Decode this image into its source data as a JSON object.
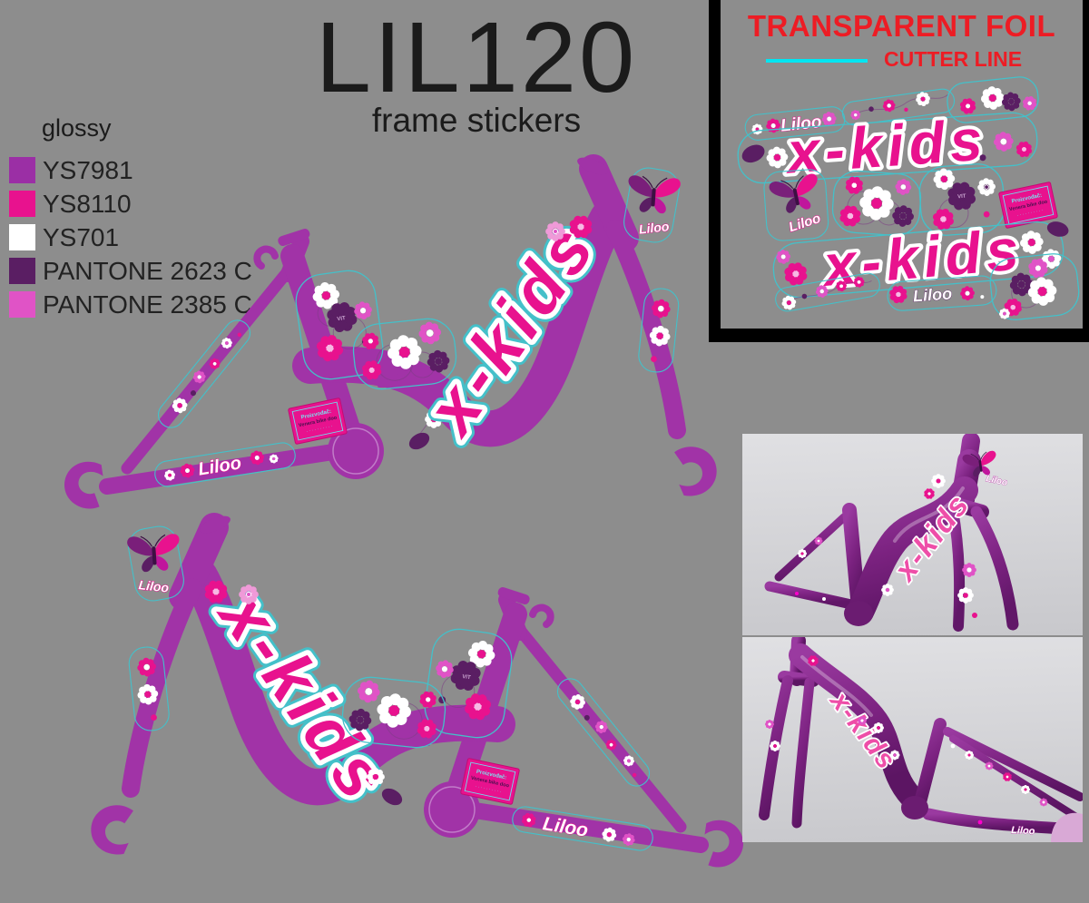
{
  "page": {
    "background": "#8d8d8d"
  },
  "title": {
    "text": "LIL120",
    "subtitle": "frame stickers"
  },
  "legend": {
    "heading": "glossy",
    "items": [
      {
        "code": "YS7981",
        "color": "#9b2fa5"
      },
      {
        "code": "YS8110",
        "color": "#e8128e"
      },
      {
        "code": "YS701",
        "color": "#ffffff"
      },
      {
        "code": "PANTONE 2623 C",
        "color": "#5a1e63"
      },
      {
        "code": "PANTONE 2385 C",
        "color": "#e053c6"
      }
    ]
  },
  "foil_panel": {
    "title": "TRANSPARENT FOIL",
    "subtitle": "CUTTER LINE",
    "title_color": "#ed1c24",
    "line_color": "#00e6f2",
    "border_color": "#000000"
  },
  "branding": {
    "logo": "x-kids",
    "name": "Liloo",
    "mark": "VIT"
  },
  "maker_label": {
    "line1": "Proizvođač:",
    "line2": "Venera bike doo",
    "line3": "· · · · · · · · · ·"
  },
  "colors": {
    "frame_purple": "#a133a7",
    "sticker_magenta": "#e8128e",
    "sticker_white": "#ffffff",
    "sticker_dark_purple": "#5a1e63",
    "sticker_pink": "#e053c6",
    "cutline_cyan": "#44c0c9",
    "photo_background": "#d2d3d6",
    "render_purple": "#7d2181"
  }
}
